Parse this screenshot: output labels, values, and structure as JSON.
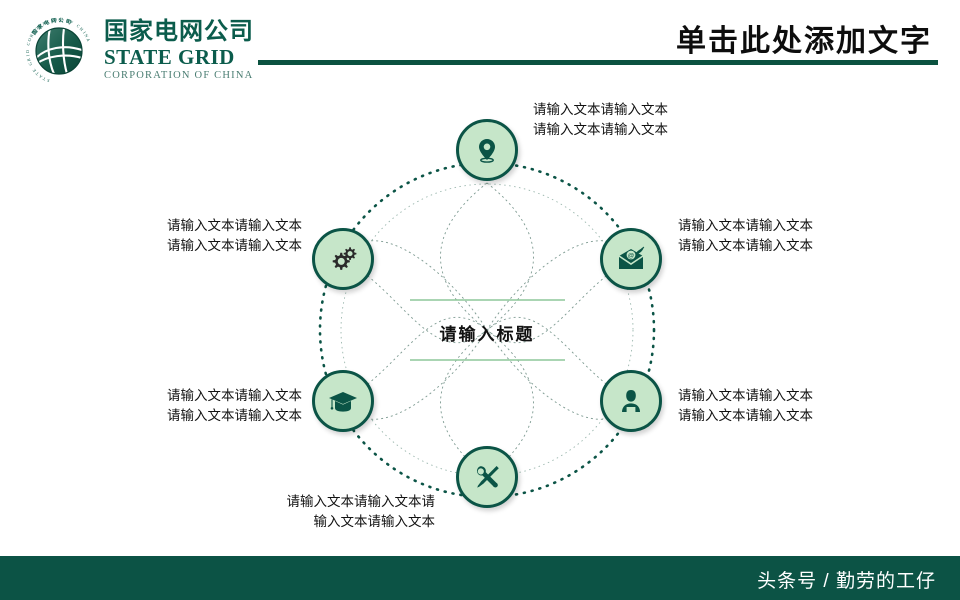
{
  "header": {
    "title": "单击此处添加文字",
    "logo": {
      "cn_name": "国家电网公司",
      "en_name": "STATE GRID",
      "en_sub": "CORPORATION OF CHINA",
      "mark_icon": "state-grid-globe-icon"
    }
  },
  "footer": {
    "text": "头条号 / 勤劳的工仔"
  },
  "diagram": {
    "center_title": "请输入标题",
    "nodes": [
      {
        "id": "top",
        "icon": "map-pin-icon",
        "label": "请输入文本请输入文本\n请输入文本请输入文本",
        "label_line1": "请输入文本请输入文本",
        "label_line2": "请输入文本请输入文本"
      },
      {
        "id": "upper-right",
        "icon": "email-envelope-icon",
        "label_line1": "请输入文本请输入文本",
        "label_line2": "请输入文本请输入文本"
      },
      {
        "id": "lower-right",
        "icon": "person-user-icon",
        "label_line1": "请输入文本请输入文本",
        "label_line2": "请输入文本请输入文本"
      },
      {
        "id": "bottom",
        "icon": "tools-wrench-screwdriver-icon",
        "label_line1": "请输入文本请输入文本请",
        "label_line2": "输入文本请输入文本"
      },
      {
        "id": "lower-left",
        "icon": "graduation-cap-icon",
        "label_line1": "请输入文本请输入文本",
        "label_line2": "请输入文本请输入文本"
      },
      {
        "id": "upper-left",
        "icon": "gears-settings-icon",
        "label_line1": "请输入文本请输入文本",
        "label_line2": "请输入文本请输入文本"
      }
    ]
  },
  "colors": {
    "brand_dark_teal": "#0b5446",
    "node_fill_green": "#c6e6c9",
    "accent_line_green": "#8ec79a",
    "footer_bg": "#0c5345",
    "title_black": "#0d0d0d"
  }
}
